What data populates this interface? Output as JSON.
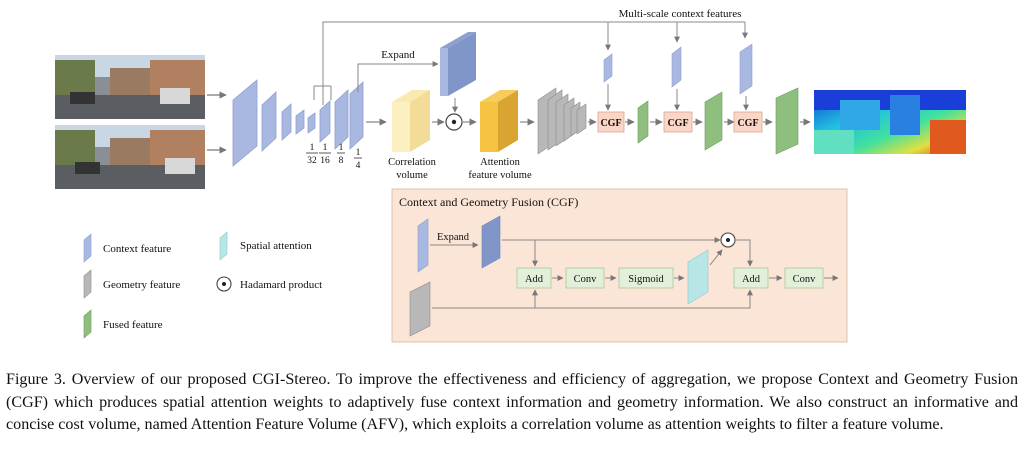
{
  "figure": {
    "top_labels": {
      "multi_scale": "Multi-scale context features",
      "expand": "Expand"
    },
    "scales": [
      "1",
      "32",
      "1",
      "16",
      "1",
      "8",
      "1",
      "4"
    ],
    "volume_labels": {
      "correlation_1": "Correlation",
      "correlation_2": "volume",
      "attention_1": "Attention",
      "attention_2": "feature volume"
    },
    "cgf_block": "CGF",
    "legend": {
      "context": "Context feature",
      "geometry": "Geometry feature",
      "fused": "Fused feature",
      "spatial": "Spatial attention",
      "hadamard": "Hadamard product"
    },
    "cgf_panel": {
      "title": "Context and Geometry Fusion (CGF)",
      "expand": "Expand",
      "add1": "Add",
      "conv1": "Conv",
      "sigmoid": "Sigmoid",
      "add2": "Add",
      "conv2": "Conv"
    },
    "colors": {
      "context": "#a9b8e0",
      "geometry": "#b8b8b8",
      "fused": "#8fbf7f",
      "spatial": "#b8e6e6",
      "correlation": "#fdf0c0",
      "attention": "#f5c242",
      "panel_bg": "#fbe5d6",
      "cgf_box": "#fbd5c5",
      "op_box": "#e2f0d9"
    }
  },
  "caption": {
    "text": "Figure 3. Overview of our proposed CGI-Stereo. To improve the effectiveness and efficiency of aggregation, we propose Context and Geometry Fusion (CGF) which produces spatial attention weights to adaptively fuse context information and geometry information. We also construct an informative and concise cost volume, named Attention Feature Volume (AFV), which exploits a correlation volume as attention weights to filter a feature volume."
  }
}
